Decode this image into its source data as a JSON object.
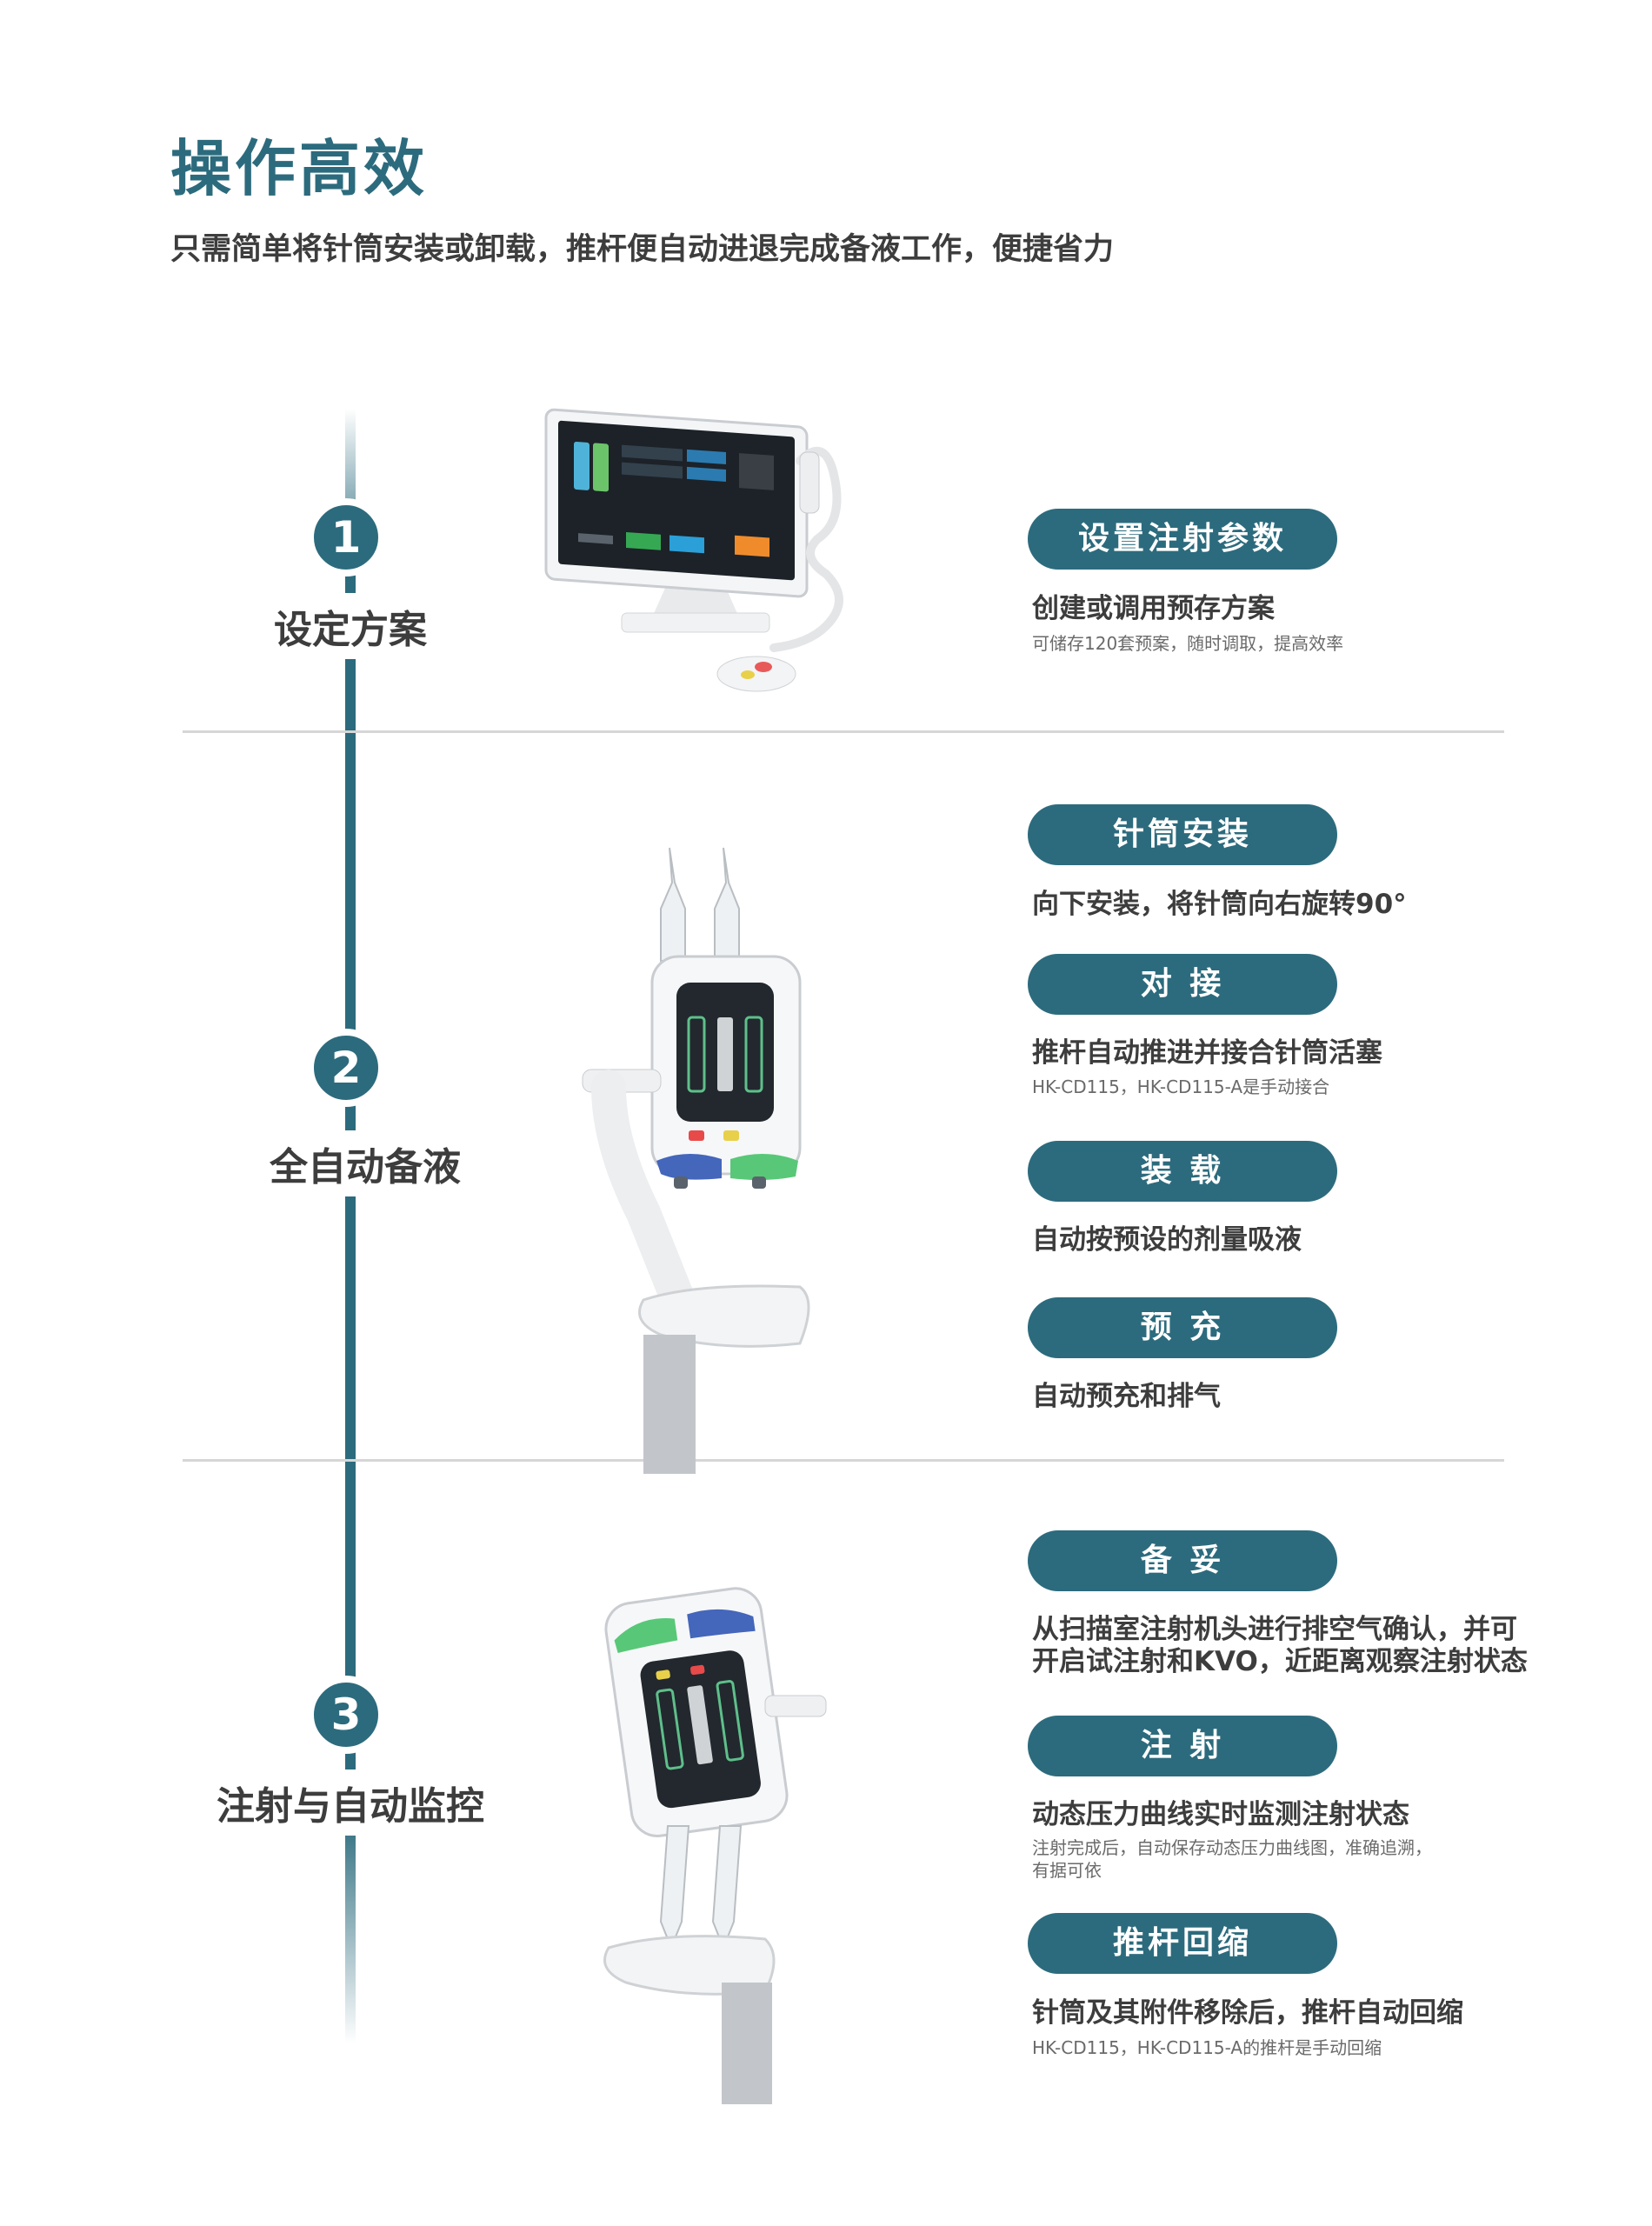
{
  "header": {
    "title": "操作高效",
    "subtitle": "只需简单将针筒安装或卸载，推杆便自动进退完成备液工作，便捷省力"
  },
  "steps": [
    {
      "number": "1",
      "label": "设定方案",
      "items": [
        {
          "pill": "设置注射参数",
          "desc": "创建或调用预存方案",
          "note": "可储存120套预案，随时调取，提高效率"
        }
      ]
    },
    {
      "number": "2",
      "label": "全自动备液",
      "items": [
        {
          "pill": "针筒安装",
          "desc": "向下安装，将针筒向右旋转90°"
        },
        {
          "pill": "对 接",
          "desc": "推杆自动推进并接合针筒活塞",
          "note": "HK-CD115，HK-CD115-A是手动接合"
        },
        {
          "pill": "装 载",
          "desc": "自动按预设的剂量吸液"
        },
        {
          "pill": "预 充",
          "desc": "自动预充和排气"
        }
      ]
    },
    {
      "number": "3",
      "label": "注射与自动监控",
      "items": [
        {
          "pill": "备 妥",
          "desc_line1": "从扫描室注射机头进行排空气确认，并可",
          "desc_line2": "开启试注射和KVO，近距离观察注射状态"
        },
        {
          "pill": "注 射",
          "desc": "动态压力曲线实时监测注射状态",
          "note_line1": "注射完成后，自动保存动态压力曲线图，准确追溯，",
          "note_line2": "有据可依"
        },
        {
          "pill": "推杆回缩",
          "desc": "针筒及其附件移除后，推杆自动回缩",
          "note": "HK-CD115，HK-CD115-A的推杆是手动回缩"
        }
      ]
    }
  ],
  "colors": {
    "accent": "#2c6b7d",
    "text": "#3d3d3d",
    "divider": "#d6d6d6"
  }
}
